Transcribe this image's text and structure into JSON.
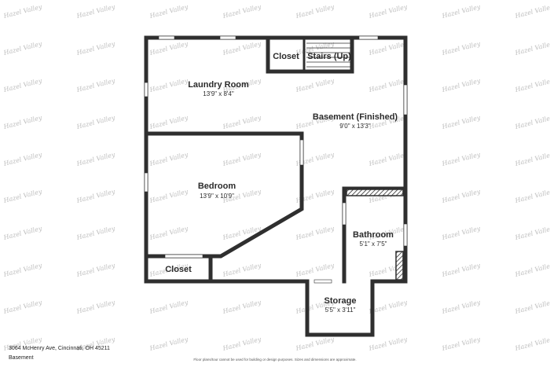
{
  "brand_watermark": "Hazel Valley",
  "rooms": [
    {
      "name": "Laundry Room",
      "dims": "13'9\" x 8'4\""
    },
    {
      "name": "Basement (Finished)",
      "dims": "9'0\" x 13'3\""
    },
    {
      "name": "Bedroom",
      "dims": "13'9\" x 10'9\""
    },
    {
      "name": "Bathroom",
      "dims": "5'1\" x 7'5\""
    },
    {
      "name": "Storage",
      "dims": "5'5\" x 3'11\""
    },
    {
      "name": "Closet",
      "dims": ""
    },
    {
      "name": "Closet",
      "dims": ""
    },
    {
      "name": "Stairs (Up)",
      "dims": ""
    }
  ],
  "footer": {
    "address": "3064 McHenry Ave, Cincinnati, OH 45211",
    "level": "Basement",
    "disclaimer": "Floor plans/tour cannot be used for building or design purposes. Sizes and dimensions are approximate."
  },
  "colors": {
    "wall": "#2f2f2f",
    "window": "#ffffff",
    "watermark": "#bdbdbd"
  }
}
